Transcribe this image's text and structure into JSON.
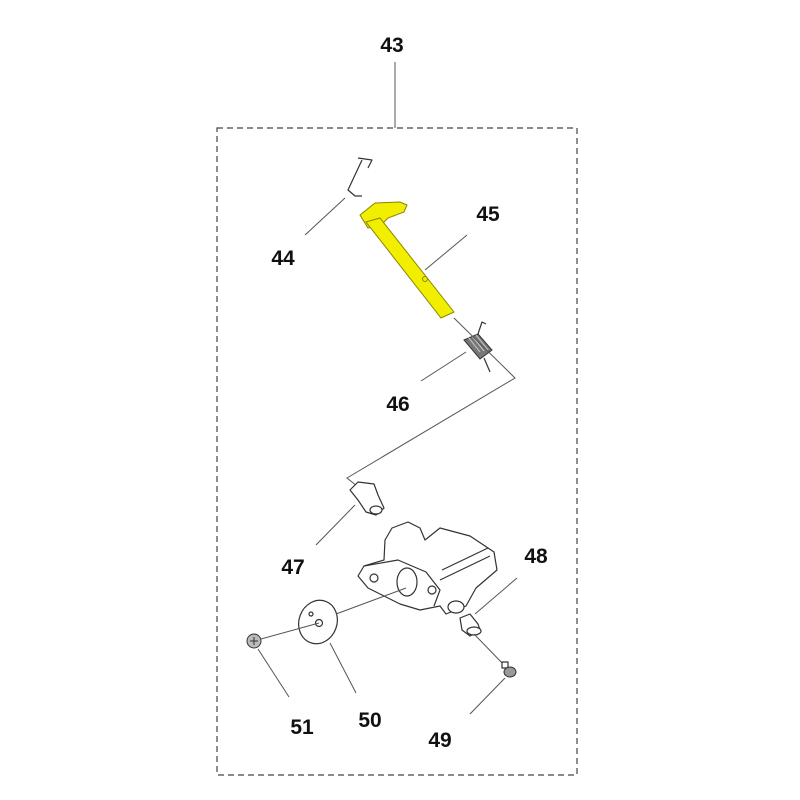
{
  "diagram": {
    "assembly_label": "43",
    "parts": [
      {
        "id": "44",
        "name": "wire-link"
      },
      {
        "id": "45",
        "name": "throttle-shaft"
      },
      {
        "id": "46",
        "name": "spring"
      },
      {
        "id": "47",
        "name": "bushing"
      },
      {
        "id": "48",
        "name": "bushing"
      },
      {
        "id": "49",
        "name": "screw"
      },
      {
        "id": "50",
        "name": "throttle-valve-disc"
      },
      {
        "id": "51",
        "name": "screw"
      }
    ],
    "colors": {
      "highlight": "#f2ee00",
      "outline": "#333333"
    }
  }
}
